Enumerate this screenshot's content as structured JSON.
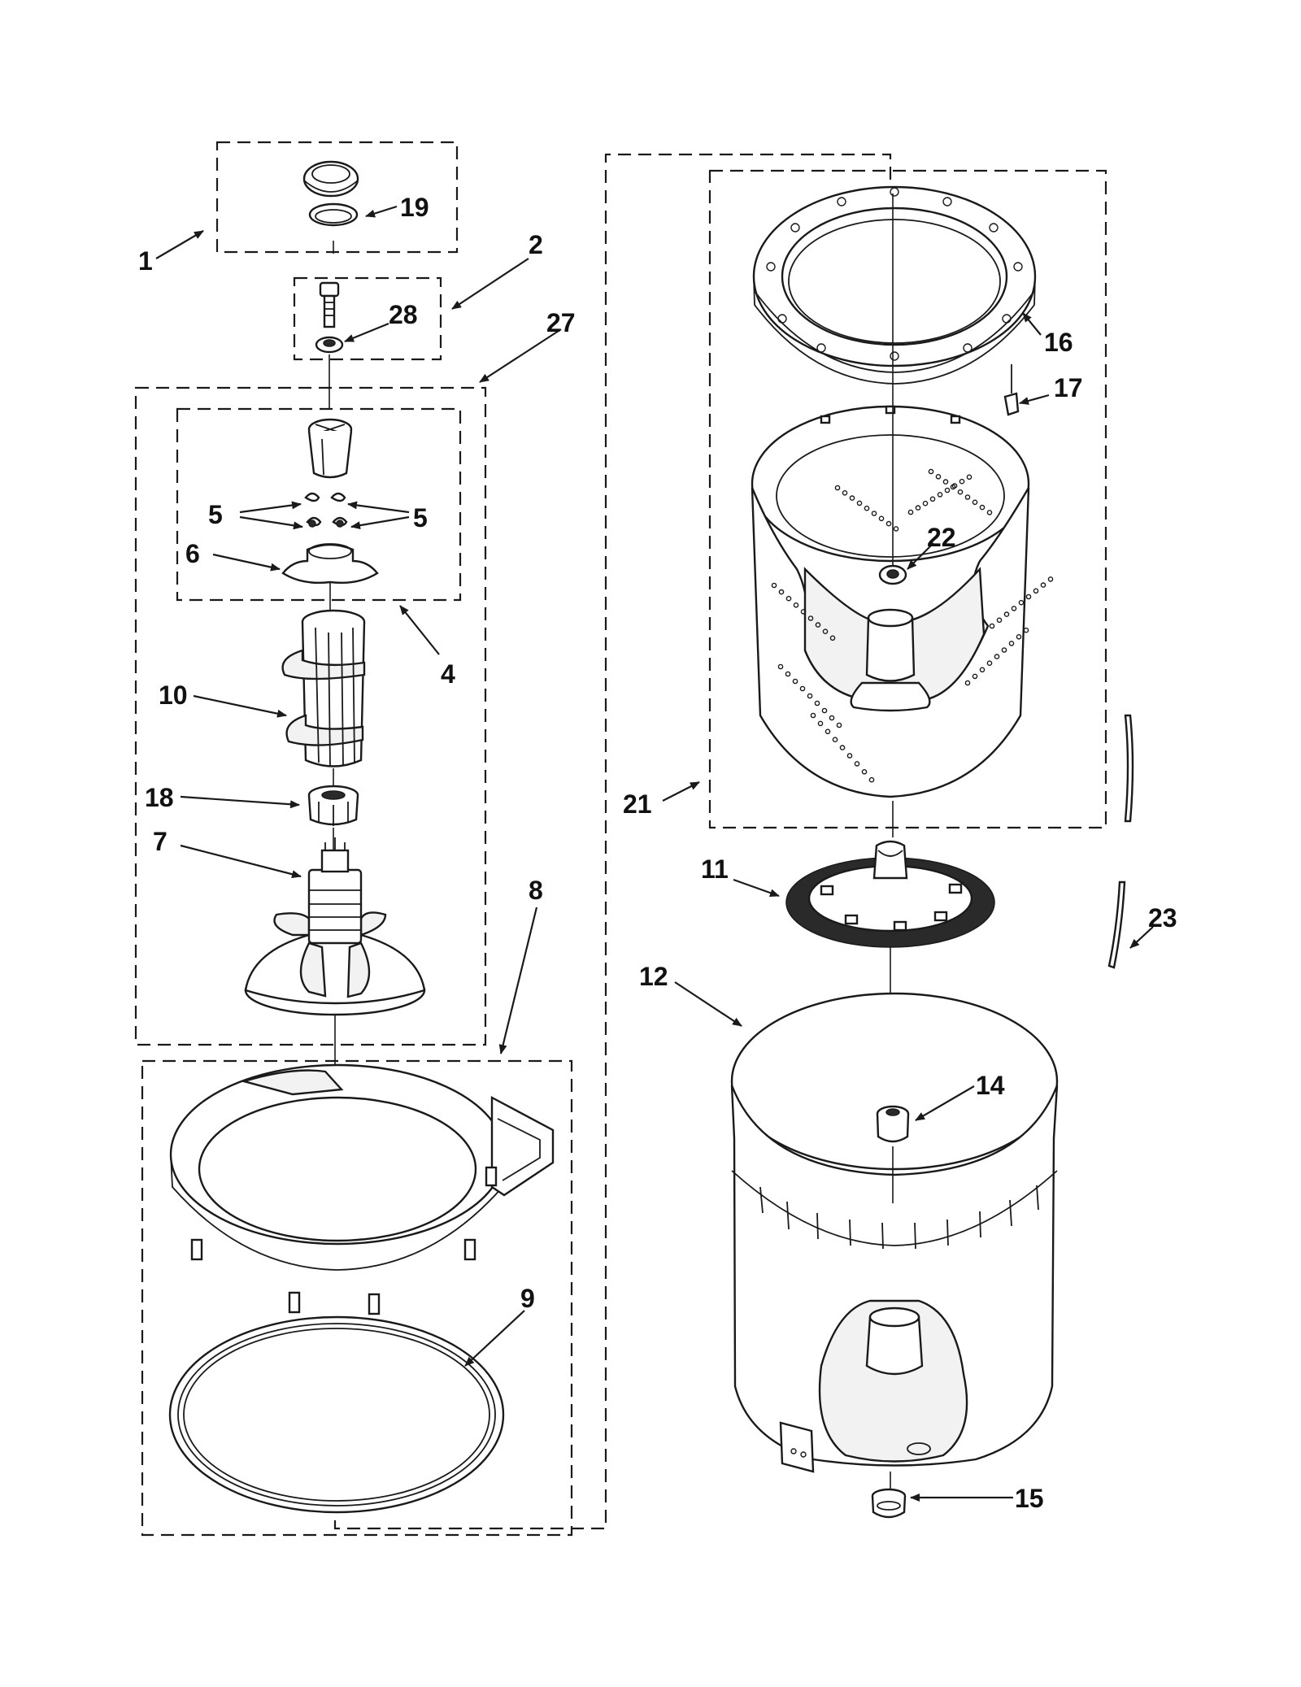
{
  "callouts": [
    {
      "id": "c1",
      "label": "1"
    },
    {
      "id": "c2",
      "label": "2"
    },
    {
      "id": "c4",
      "label": "4"
    },
    {
      "id": "c5a",
      "label": "5"
    },
    {
      "id": "c5b",
      "label": "5"
    },
    {
      "id": "c6",
      "label": "6"
    },
    {
      "id": "c7",
      "label": "7"
    },
    {
      "id": "c8",
      "label": "8"
    },
    {
      "id": "c9",
      "label": "9"
    },
    {
      "id": "c10",
      "label": "10"
    },
    {
      "id": "c11",
      "label": "11"
    },
    {
      "id": "c12",
      "label": "12"
    },
    {
      "id": "c14",
      "label": "14"
    },
    {
      "id": "c15",
      "label": "15"
    },
    {
      "id": "c16",
      "label": "16"
    },
    {
      "id": "c17",
      "label": "17"
    },
    {
      "id": "c18",
      "label": "18"
    },
    {
      "id": "c19",
      "label": "19"
    },
    {
      "id": "c21",
      "label": "21"
    },
    {
      "id": "c22",
      "label": "22"
    },
    {
      "id": "c23",
      "label": "23"
    },
    {
      "id": "c27",
      "label": "27"
    },
    {
      "id": "c28",
      "label": "28"
    }
  ],
  "colors": {
    "line": "#1a1a1a",
    "background": "#ffffff"
  }
}
